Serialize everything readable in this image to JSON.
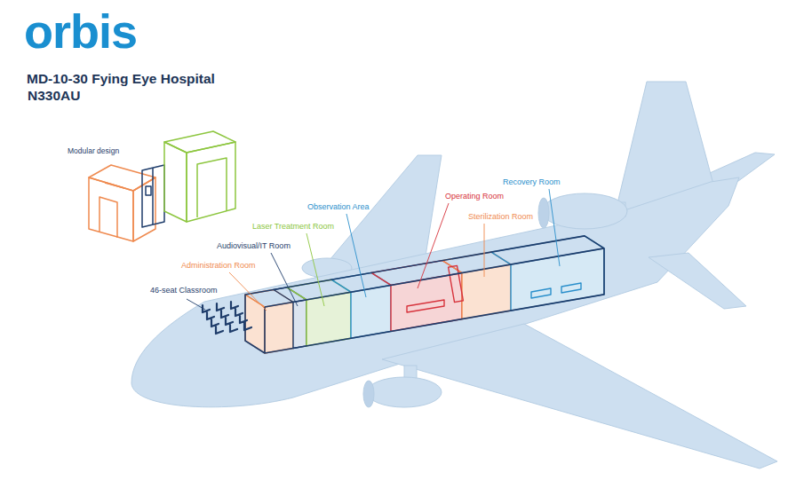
{
  "diagram": {
    "title": "MD-10-30 Fying Eye Hospital",
    "labels": [
      "orbis",
      "N330AU",
      "Modular design",
      "46-seat Classroom",
      "Administration Room",
      "Audiovisual/IT Room",
      "Laser Treatment Room",
      "Observation Area",
      "Operating Room",
      "Sterilization Room",
      "Recovery Room"
    ]
  }
}
